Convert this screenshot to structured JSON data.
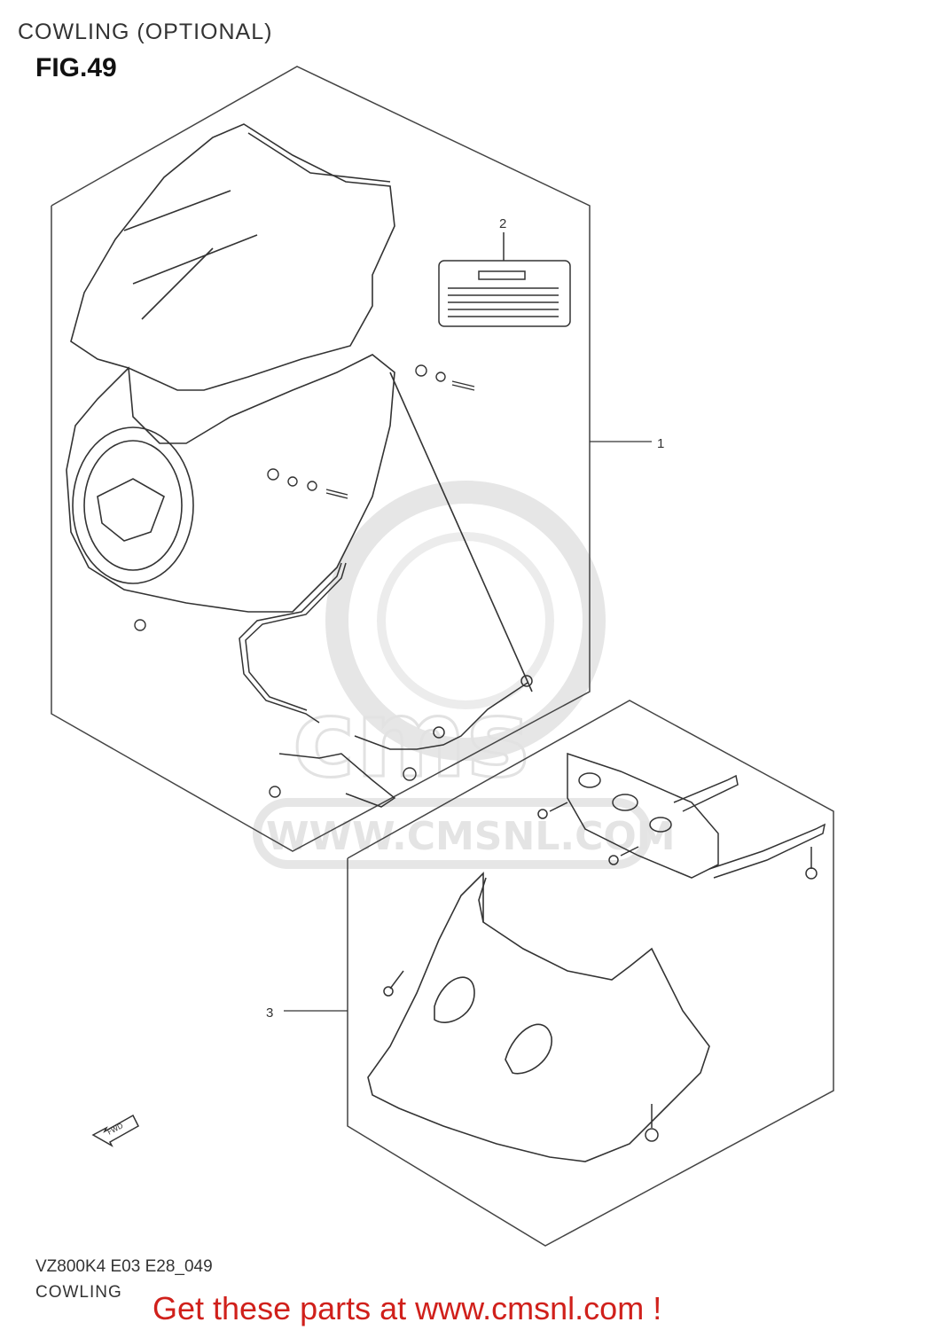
{
  "header": {
    "title": "COWLING (OPTIONAL)",
    "figure": "FIG.49"
  },
  "callouts": {
    "part_1": "1",
    "part_2": "2",
    "part_3": "3"
  },
  "parts": [
    {
      "ref": "1",
      "name": "cowling-assembly"
    },
    {
      "ref": "2",
      "name": "label"
    },
    {
      "ref": "3",
      "name": "under-cowling"
    }
  ],
  "fwd_arrow": "FWD",
  "watermark": {
    "text": "WWW.CMSNL.COM",
    "logo": "cms"
  },
  "footer": {
    "model_code": "VZ800K4 E03 E28_049",
    "name": "COWLING",
    "promo": "Get these parts at www.cmsnl.com !"
  },
  "colors": {
    "promo": "#d0201b",
    "line": "#333333",
    "watermark": "#e2e2e2"
  }
}
